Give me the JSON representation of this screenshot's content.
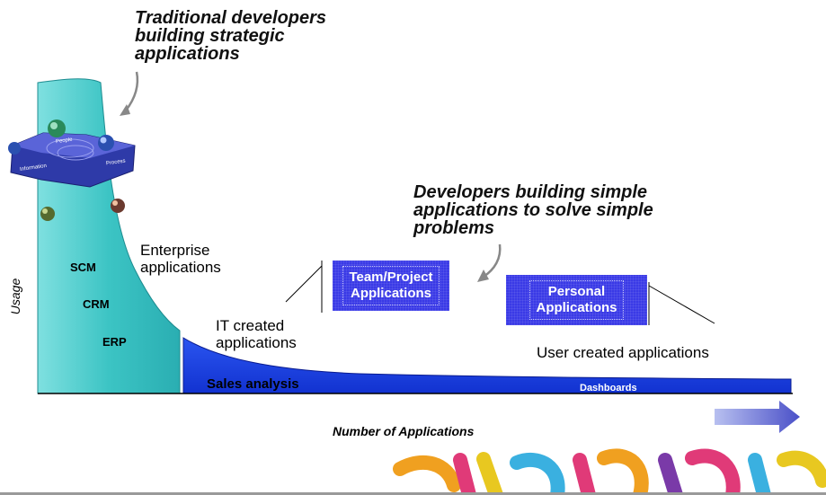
{
  "callouts": {
    "traditional": [
      "Traditional developers",
      "building strategic",
      "applications"
    ],
    "simple": [
      "Developers building simple",
      "applications to solve simple",
      "problems"
    ]
  },
  "labels": {
    "enterprise": [
      "Enterprise",
      "applications"
    ],
    "it_created": [
      "IT created",
      "applications"
    ],
    "user_created": "User created applications",
    "usage": "Usage",
    "x_axis": "Number of Applications"
  },
  "enterprise_items": [
    "SCM",
    "CRM",
    "ERP"
  ],
  "tail_items": {
    "sales": "Sales analysis",
    "dashboards": "Dashboards"
  },
  "boxes": {
    "team": [
      "Team/Project",
      "Applications"
    ],
    "personal": [
      "Personal",
      "Applications"
    ]
  },
  "graphic_labels": [
    "People",
    "Information",
    "Process"
  ],
  "colors": {
    "teal": "#3cc4c4",
    "blue": "#1a3fe0",
    "box": "#3a3ae6"
  }
}
